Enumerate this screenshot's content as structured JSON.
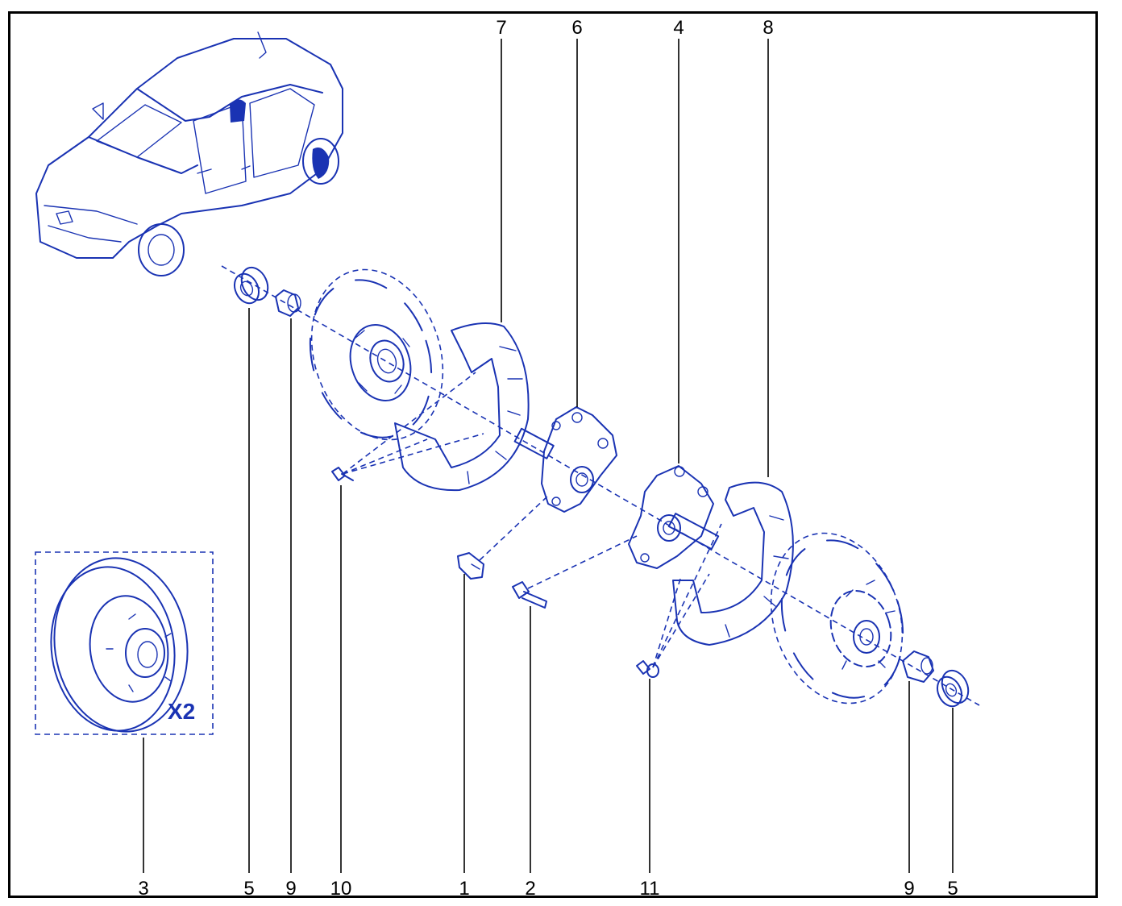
{
  "diagram": {
    "ink_color": "#1a33b3",
    "callouts": {
      "top": [
        "7",
        "6",
        "4",
        "8"
      ],
      "bottom": [
        "3",
        "5",
        "9",
        "10",
        "1",
        "2",
        "11",
        "9",
        "5"
      ]
    },
    "kit_badge": "X2"
  }
}
